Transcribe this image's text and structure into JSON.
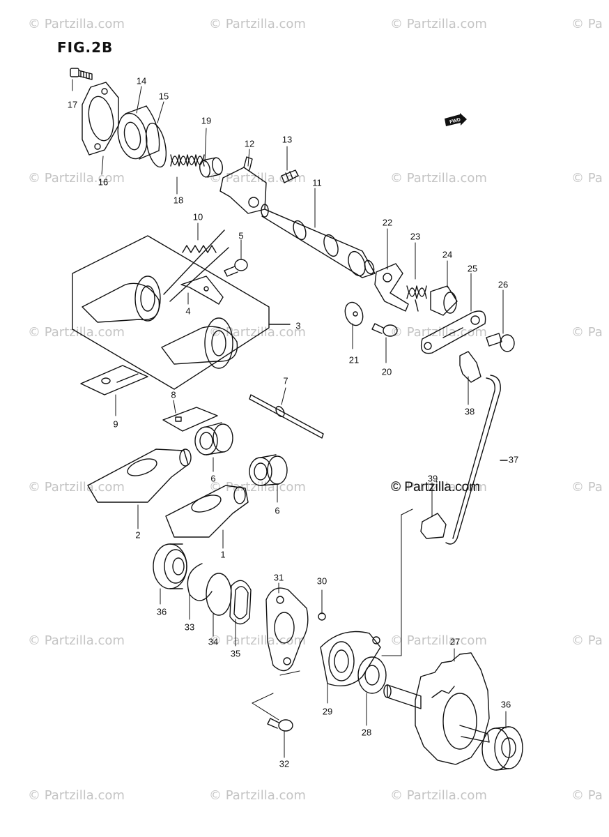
{
  "figure": {
    "title": "FIG.2B",
    "copyright": "© Partzilla.com",
    "fwd_label": "FWD"
  },
  "watermark": {
    "text": "© Partzilla.com",
    "short_text": "© Pa"
  },
  "callouts": [
    {
      "id": "17",
      "label": "17"
    },
    {
      "id": "14",
      "label": "14"
    },
    {
      "id": "15",
      "label": "15"
    },
    {
      "id": "16",
      "label": "16"
    },
    {
      "id": "19",
      "label": "19"
    },
    {
      "id": "18",
      "label": "18"
    },
    {
      "id": "12",
      "label": "12"
    },
    {
      "id": "13",
      "label": "13"
    },
    {
      "id": "11",
      "label": "11"
    },
    {
      "id": "10",
      "label": "10"
    },
    {
      "id": "5",
      "label": "5"
    },
    {
      "id": "4",
      "label": "4"
    },
    {
      "id": "3",
      "label": "3"
    },
    {
      "id": "22",
      "label": "22"
    },
    {
      "id": "23",
      "label": "23"
    },
    {
      "id": "24",
      "label": "24"
    },
    {
      "id": "25",
      "label": "25"
    },
    {
      "id": "26",
      "label": "26"
    },
    {
      "id": "21",
      "label": "21"
    },
    {
      "id": "20",
      "label": "20"
    },
    {
      "id": "38",
      "label": "38"
    },
    {
      "id": "7",
      "label": "7"
    },
    {
      "id": "9",
      "label": "9"
    },
    {
      "id": "8",
      "label": "8"
    },
    {
      "id": "6a",
      "label": "6"
    },
    {
      "id": "6b",
      "label": "6"
    },
    {
      "id": "37",
      "label": "37"
    },
    {
      "id": "39",
      "label": "39"
    },
    {
      "id": "2",
      "label": "2"
    },
    {
      "id": "1",
      "label": "1"
    },
    {
      "id": "31",
      "label": "31"
    },
    {
      "id": "30",
      "label": "30"
    },
    {
      "id": "36a",
      "label": "36"
    },
    {
      "id": "33",
      "label": "33"
    },
    {
      "id": "34",
      "label": "34"
    },
    {
      "id": "35",
      "label": "35"
    },
    {
      "id": "27",
      "label": "27"
    },
    {
      "id": "29",
      "label": "29"
    },
    {
      "id": "28",
      "label": "28"
    },
    {
      "id": "36b",
      "label": "36"
    },
    {
      "id": "32",
      "label": "32"
    }
  ]
}
